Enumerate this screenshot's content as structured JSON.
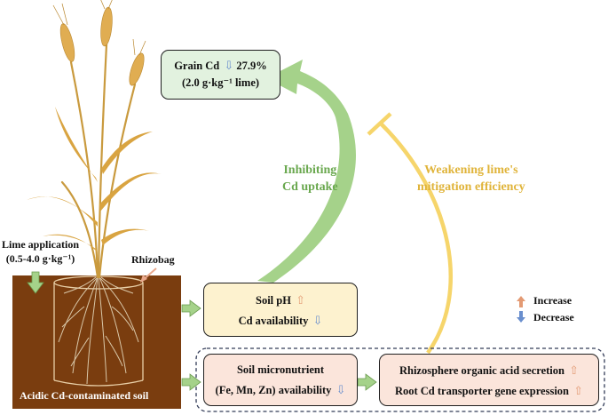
{
  "grain_box": {
    "line1": "Grain Cd",
    "value": "27.9%",
    "line2": "(2.0 g·kg⁻¹ lime)"
  },
  "inhibit_label": {
    "line1": "Inhibiting",
    "line2": "Cd uptake"
  },
  "weaken_label": {
    "line1": "Weakening lime's",
    "line2": "mitigation efficiency"
  },
  "lime_label": {
    "line1": "Lime application",
    "line2": "(0.5-4.0 g·kg⁻¹)"
  },
  "rhizobag_label": "Rhizobag",
  "soil_label": "Acidic Cd-contaminated soil",
  "soil_box": {
    "line1": "Soil pH",
    "line2": "Cd availability"
  },
  "micro_box": {
    "line1": "Soil micronutrient",
    "line2": "(Fe, Mn, Zn) availability"
  },
  "rhizo_box": {
    "line1": "Rhizosphere organic acid secretion",
    "line2": "Root Cd transporter gene expression"
  },
  "legend": {
    "increase": "Increase",
    "decrease": "Decrease"
  },
  "colors": {
    "green_arrow": "#a5d28a",
    "yellow_arrow": "#f6d56b",
    "soil": "#7a3d0f",
    "up_arrow": "#e39a73",
    "down_arrow": "#6a8fce",
    "grain_box_fill": "#e2f2df",
    "soil_box_fill": "#fdf2cf",
    "micro_box_fill": "#fbe5db"
  }
}
